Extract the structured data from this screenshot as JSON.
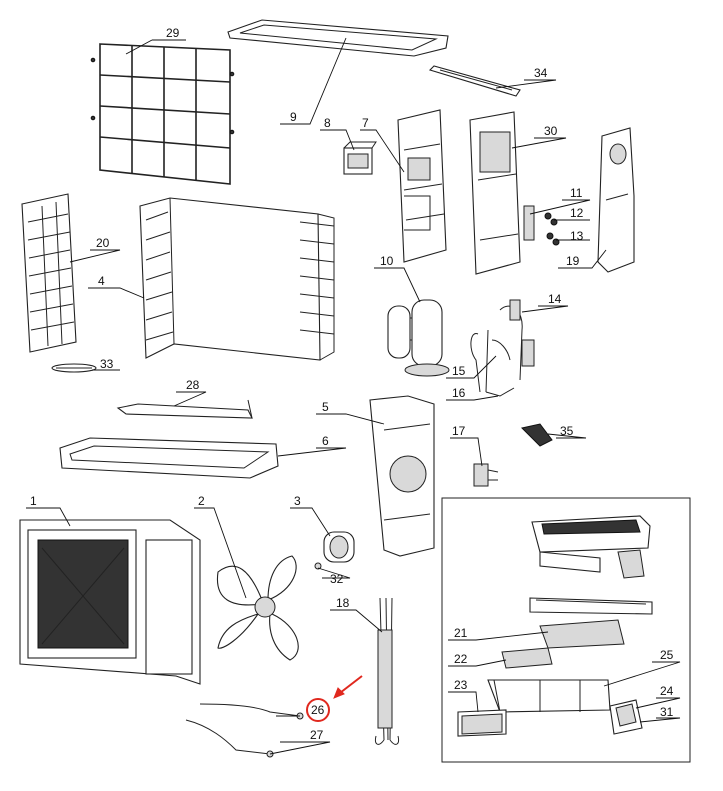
{
  "colors": {
    "line": "#222222",
    "highlight": "#e0281e",
    "background": "#ffffff"
  },
  "labels": {
    "l1": "1",
    "l2": "2",
    "l3": "3",
    "l4": "4",
    "l5": "5",
    "l6": "6",
    "l7": "7",
    "l8": "8",
    "l9": "9",
    "l10": "10",
    "l11": "11",
    "l12": "12",
    "l13": "13",
    "l14": "14",
    "l15": "15",
    "l16": "16",
    "l17": "17",
    "l18": "18",
    "l19": "19",
    "l20": "20",
    "l21": "21",
    "l22": "22",
    "l23": "23",
    "l24": "24",
    "l25": "25",
    "l26": "26",
    "l27": "27",
    "l28": "28",
    "l29": "29",
    "l30": "30",
    "l31": "31",
    "l32": "32",
    "l33": "33",
    "l34": "34",
    "l35": "35"
  },
  "highlighted_part": "26"
}
